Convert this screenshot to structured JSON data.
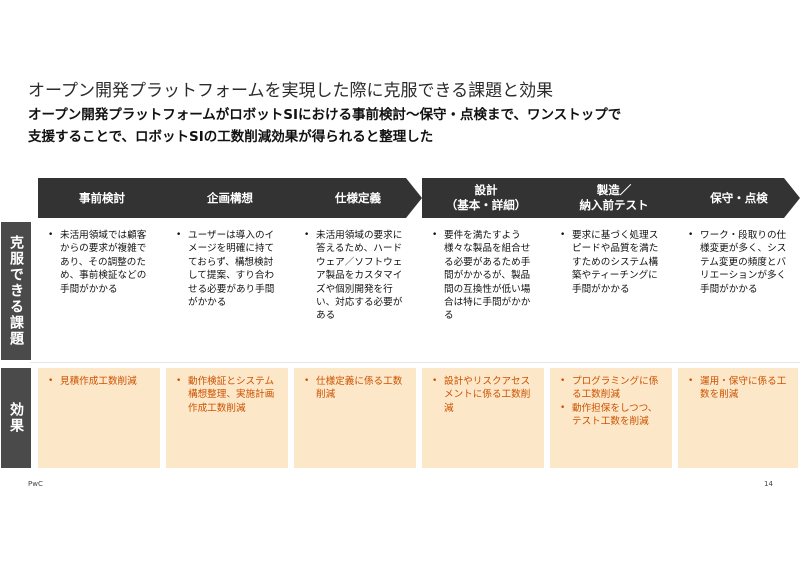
{
  "slide": {
    "title": "オープン開発プラットフォームを実現した際に克服できる課題と効果",
    "subtitle_line1": "オープン開発プラットフォームがロボットSIにおける事前検討～保守・点検まで、ワンストップで",
    "subtitle_line2": "支援することで、ロボットSIの工数削減効果が得られると整理した"
  },
  "phases": [
    {
      "label": "事前検討"
    },
    {
      "label": "企画構想"
    },
    {
      "label": "仕様定義"
    },
    {
      "label_line1": "設計",
      "label_line2": "（基本・詳細）"
    },
    {
      "label_line1": "製造／",
      "label_line2": "納入前テスト"
    },
    {
      "label": "保守・点検"
    }
  ],
  "rows": {
    "challenge_label": "克服できる課題",
    "effect_label": "効果"
  },
  "challenges": [
    [
      "未活用領域では顧客からの要求が複雑であり、その調整のため、事前検証などの手間がかかる"
    ],
    [
      "ユーザーは導入のイメージを明確に持てておらず、構想検討して提案、すり合わせる必要があり手間がかかる"
    ],
    [
      "未活用領域の要求に答えるため、ハードウェア／ソフトウェア製品をカスタマイズや個別開発を行い、対応する必要がある"
    ],
    [
      "要件を満たすよう様々な製品を組合せる必要があるため手間がかかるが、製品間の互換性が低い場合は特に手間がかかる"
    ],
    [
      "要求に基づく処理スピードや品質を満たすためのシステム構築やティーチングに手間がかかる"
    ],
    [
      "ワーク・段取りの仕様変更が多く、システム変更の頻度とバリエーションが多く手間がかかる"
    ]
  ],
  "effects": [
    [
      "見積作成工数削減"
    ],
    [
      "動作検証とシステム構想整理、実施計画作成工数削減"
    ],
    [
      "仕様定義に係る工数削減"
    ],
    [
      "設計やリスクアセスメントに係る工数削減"
    ],
    [
      "プログラミングに係る工数削減",
      "動作担保をしつつ、テスト工数を削減"
    ],
    [
      "運用・保守に係る工数を削減"
    ]
  ],
  "footer": {
    "brand": "PwC",
    "page_number": "14"
  },
  "colors": {
    "phase_band": "#333333",
    "row_header": "#4a4a4a",
    "effect_bg": "#fce7c8",
    "effect_text": "#cc5200"
  }
}
